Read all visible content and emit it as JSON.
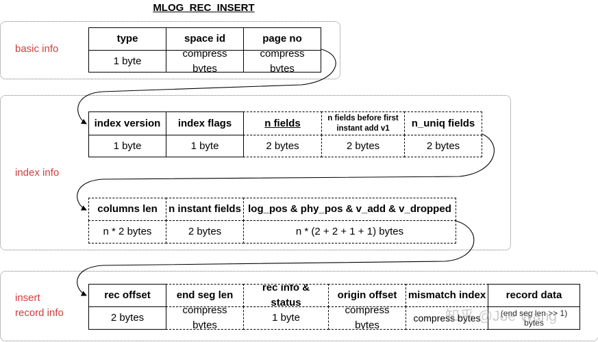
{
  "title": "MLOG_REC_INSERT",
  "sections": {
    "basic": {
      "label": "basic info"
    },
    "index": {
      "label": "index info"
    },
    "record": {
      "label": "insert\nrecord info"
    }
  },
  "basic_row": {
    "headers": [
      "type",
      "space id",
      "page no"
    ],
    "values": [
      "1 byte",
      "compress\nbytes",
      "compress\nbytes"
    ]
  },
  "index_row1": {
    "headers": [
      "index version",
      "index flags",
      "n fields",
      "n fields before first\ninstant add v1",
      "n_uniq fields"
    ],
    "values": [
      "1 byte",
      "1 byte",
      "2 bytes",
      "2 bytes",
      "2 bytes"
    ]
  },
  "index_row2": {
    "headers": [
      "columns len",
      "n instant fields",
      "log_pos & phy_pos & v_add & v_dropped"
    ],
    "values": [
      "n * 2 bytes",
      "2 bytes",
      "n * (2  + 2 + 1 + 1) bytes"
    ]
  },
  "record_row": {
    "headers": [
      "rec offset",
      "end seg len",
      "rec info &\nstatus",
      "origin offset",
      "mismatch index",
      "record data"
    ],
    "values": [
      "2 bytes",
      "compress\nbytes",
      "1 byte",
      "compress\nbytes",
      "compress bytes",
      "(end seg len >> 1)\nbytes"
    ]
  },
  "watermark": "知乎 @Joe Wang",
  "colors": {
    "label": "#d23b3b",
    "border": "#000000"
  }
}
